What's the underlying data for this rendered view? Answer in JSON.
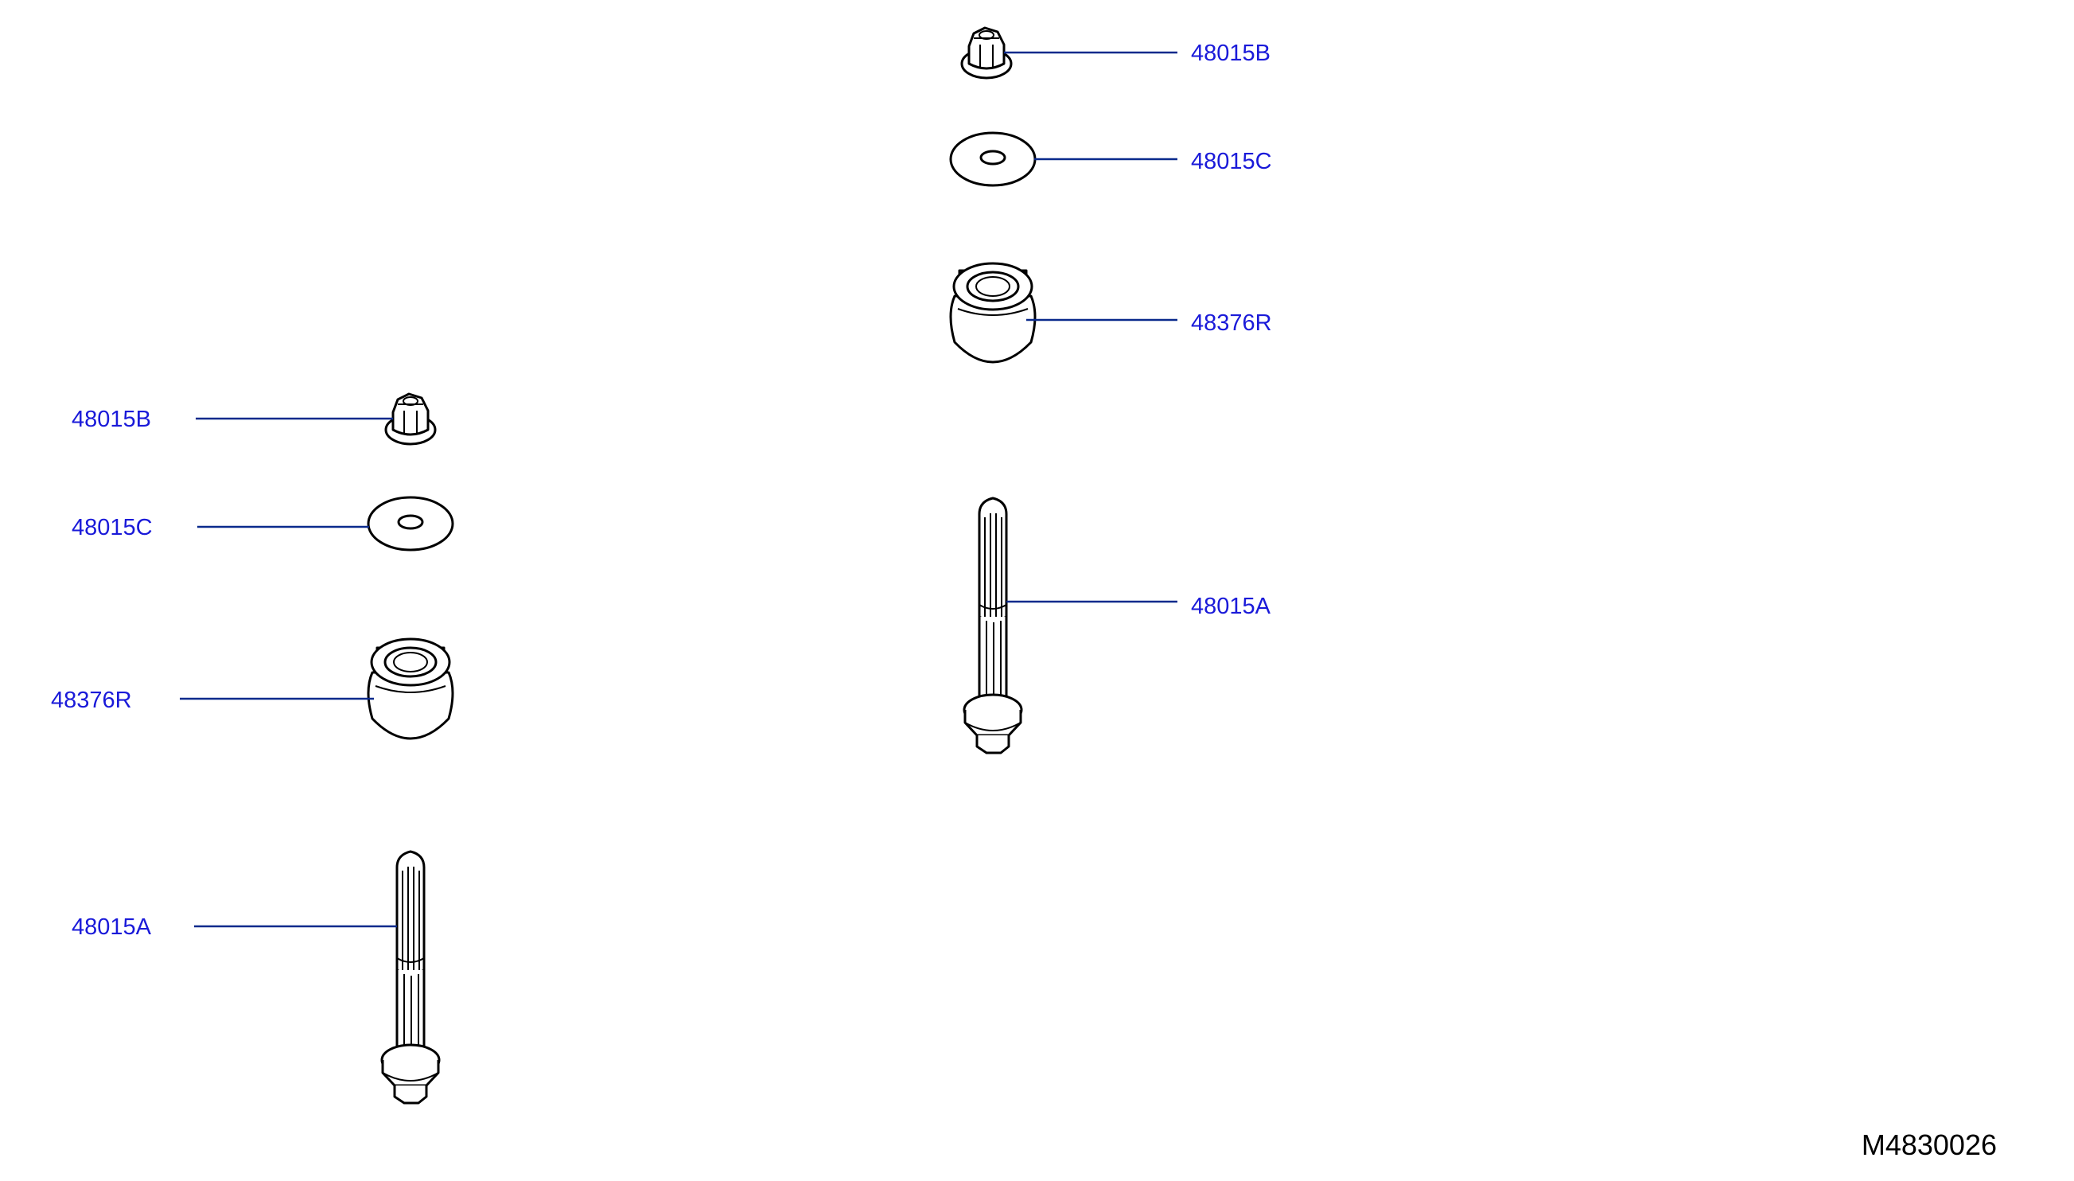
{
  "colors": {
    "label": "#1a1ad9",
    "leader": "#0a2a8c",
    "line": "#000000",
    "background": "#ffffff",
    "code": "#000000"
  },
  "diagram_code": "M4830026",
  "left_assembly": {
    "nut_label": "48015B",
    "washer_label": "48015C",
    "bushing_label": "48376R",
    "bolt_label": "48015A"
  },
  "right_assembly": {
    "nut_label": "48015B",
    "washer_label": "48015C",
    "bushing_label": "48376R",
    "bolt_label": "48015A"
  }
}
